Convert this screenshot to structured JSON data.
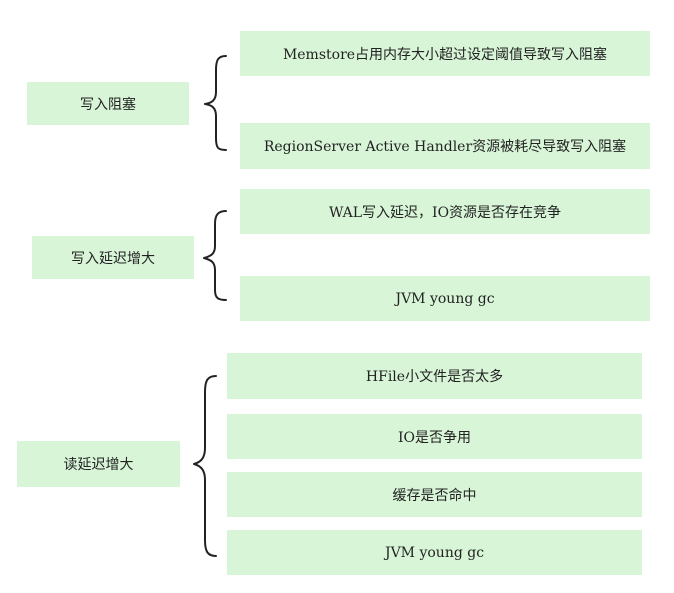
{
  "groups": [
    {
      "label": "写入阻塞",
      "items": [
        "Memstore占用内存大小超过设定阈值导致写入阻塞",
        "RegionServer Active Handler资源被耗尽导致写入阻塞"
      ]
    },
    {
      "label": "写入延迟增大",
      "items": [
        "WAL写入延迟，IO资源是否存在竞争",
        "JVM young gc"
      ]
    },
    {
      "label": "读延迟增大",
      "items": [
        "HFile小文件是否太多",
        "IO是否争用",
        "缓存是否命中",
        "JVM young gc"
      ]
    }
  ],
  "colors": {
    "box_fill": "#d8f5d8",
    "brace": "#222222"
  }
}
